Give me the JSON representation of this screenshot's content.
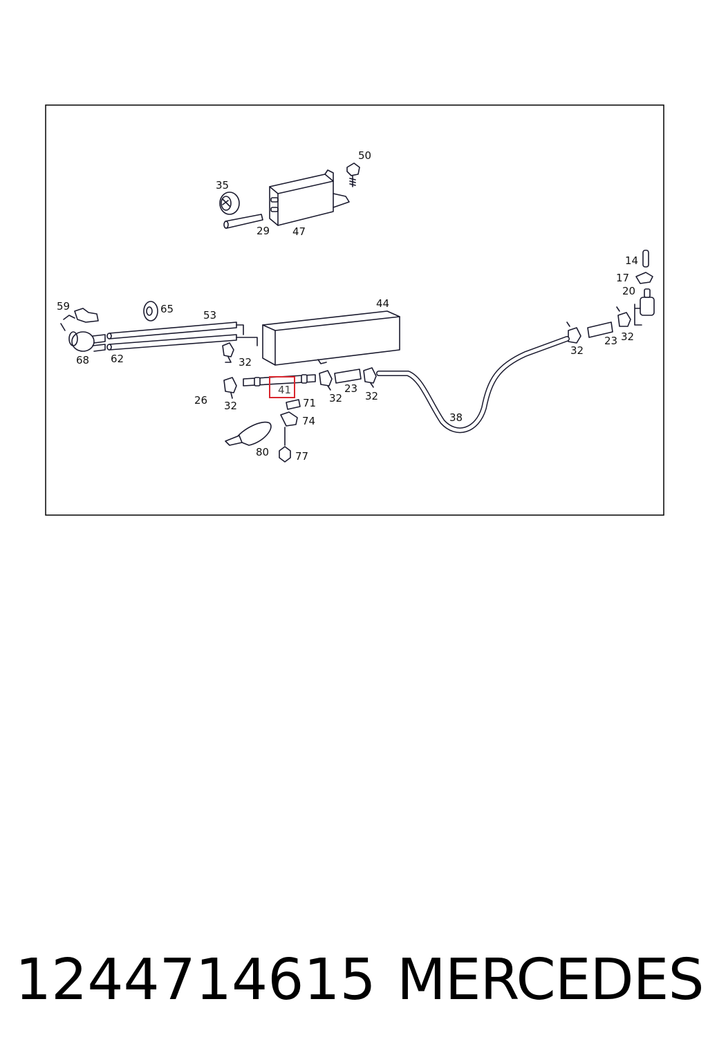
{
  "diagram": {
    "highlighted_callout": "41",
    "highlight_color": "#d9262e",
    "callouts": {
      "c50": "50",
      "c35": "35",
      "c29": "29",
      "c47": "47",
      "c14": "14",
      "c17": "17",
      "c20": "20",
      "c59": "59",
      "c65": "65",
      "c53": "53",
      "c44": "44",
      "c68": "68",
      "c62": "62",
      "c32a": "32",
      "c26": "26",
      "c32b": "32",
      "c41": "41",
      "c71": "71",
      "c32c": "32",
      "c23a": "23",
      "c32d": "32",
      "c74": "74",
      "c80": "80",
      "c77": "77",
      "c38": "38",
      "c32e": "32",
      "c23b": "23",
      "c32f": "32"
    }
  },
  "footer": {
    "part_number": "1244714615",
    "brand": "MERCEDES"
  }
}
